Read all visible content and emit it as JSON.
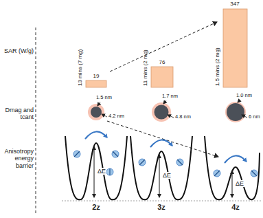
{
  "diagram": {
    "labels": [
      "347",
      "19",
      "76",
      "13 mins (7 mg)",
      "11 mins (2 mg)",
      "1.5 mins (2 mg)",
      "SAR (W/g)",
      "Dmag and tcant",
      "1.5 nm",
      "4.2 nm",
      "1.7 nm",
      "4.8 nm",
      "1.0 nm",
      "6 nm",
      "Anisotropy energy barrier",
      "ΔE",
      "ΔE",
      "ΔE",
      "2z",
      "3z",
      "4z"
    ]
  }
}
